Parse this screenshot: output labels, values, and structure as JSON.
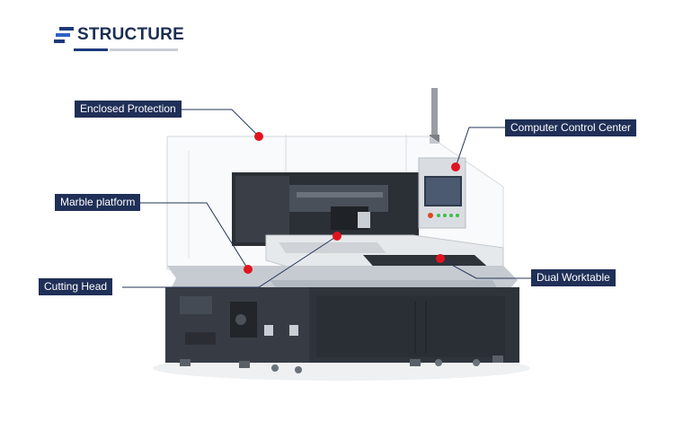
{
  "header": {
    "title": "STRUCTURE"
  },
  "callouts": [
    {
      "label": "Enclosed Protection"
    },
    {
      "label": "Marble platform"
    },
    {
      "label": "Cutting Head"
    },
    {
      "label": "Computer Control Center"
    },
    {
      "label": "Dual Worktable"
    }
  ],
  "colors": {
    "navy": "#1f2f57",
    "marker": "#e0141e",
    "brand_blue": "#1d3a7a"
  }
}
